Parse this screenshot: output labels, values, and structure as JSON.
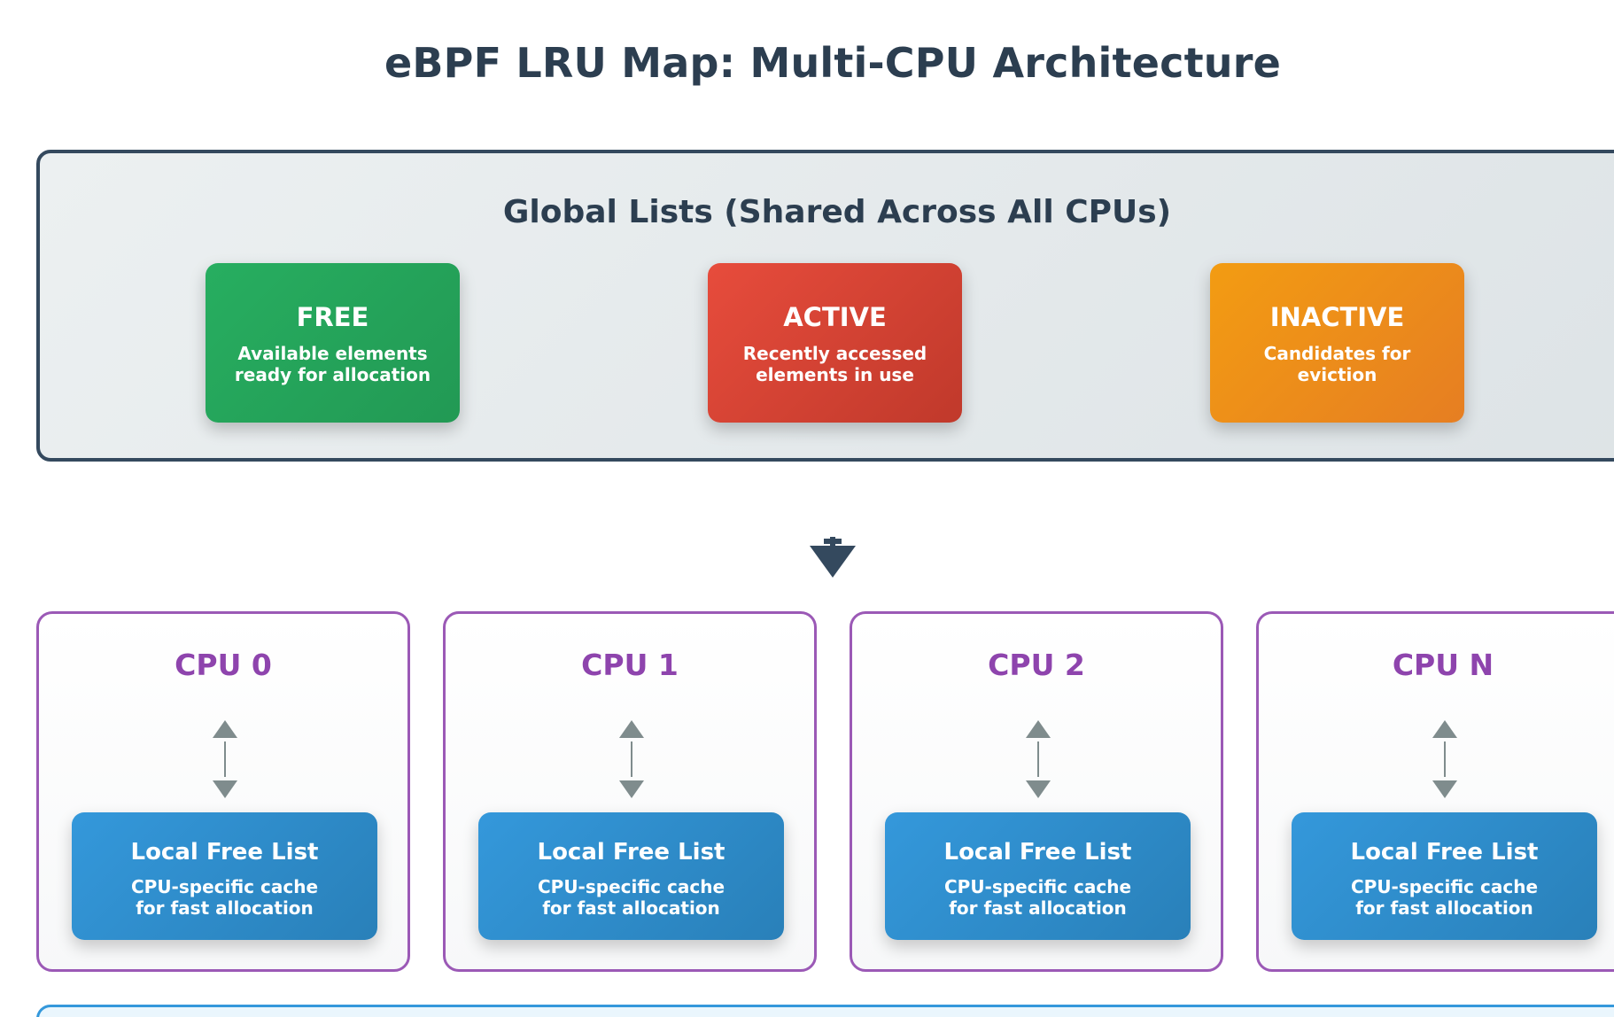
{
  "title": "eBPF LRU Map: Multi-CPU Architecture",
  "global": {
    "title": "Global Lists (Shared Across All CPUs)",
    "lists": [
      {
        "name": "FREE",
        "desc_line1": "Available elements",
        "desc_line2": "ready for allocation",
        "color": "#27ae60"
      },
      {
        "name": "ACTIVE",
        "desc_line1": "Recently accessed",
        "desc_line2": "elements in use",
        "color": "#e74c3c"
      },
      {
        "name": "INACTIVE",
        "desc_line1": "Candidates for",
        "desc_line2": "eviction",
        "color": "#f39c12"
      }
    ]
  },
  "cpus": [
    {
      "title": "CPU 0",
      "local_name": "Local Free List",
      "local_desc_line1": "CPU-specific cache",
      "local_desc_line2": "for fast allocation"
    },
    {
      "title": "CPU 1",
      "local_name": "Local Free List",
      "local_desc_line1": "CPU-specific cache",
      "local_desc_line2": "for fast allocation"
    },
    {
      "title": "CPU 2",
      "local_name": "Local Free List",
      "local_desc_line1": "CPU-specific cache",
      "local_desc_line2": "for fast allocation"
    },
    {
      "title": "CPU N",
      "local_name": "Local Free List",
      "local_desc_line1": "CPU-specific cache",
      "local_desc_line2": "for fast allocation"
    }
  ],
  "icons": {
    "down_arrow": "arrow-down-icon",
    "bidirectional_arrow": "arrow-up-down-icon"
  },
  "colors": {
    "heading": "#2c3e50",
    "panel_border": "#34495e",
    "cpu_border": "#9b59b6",
    "cpu_title": "#8e44ad",
    "local_list": "#3498db",
    "arrow_gray": "#7f8c8d"
  }
}
